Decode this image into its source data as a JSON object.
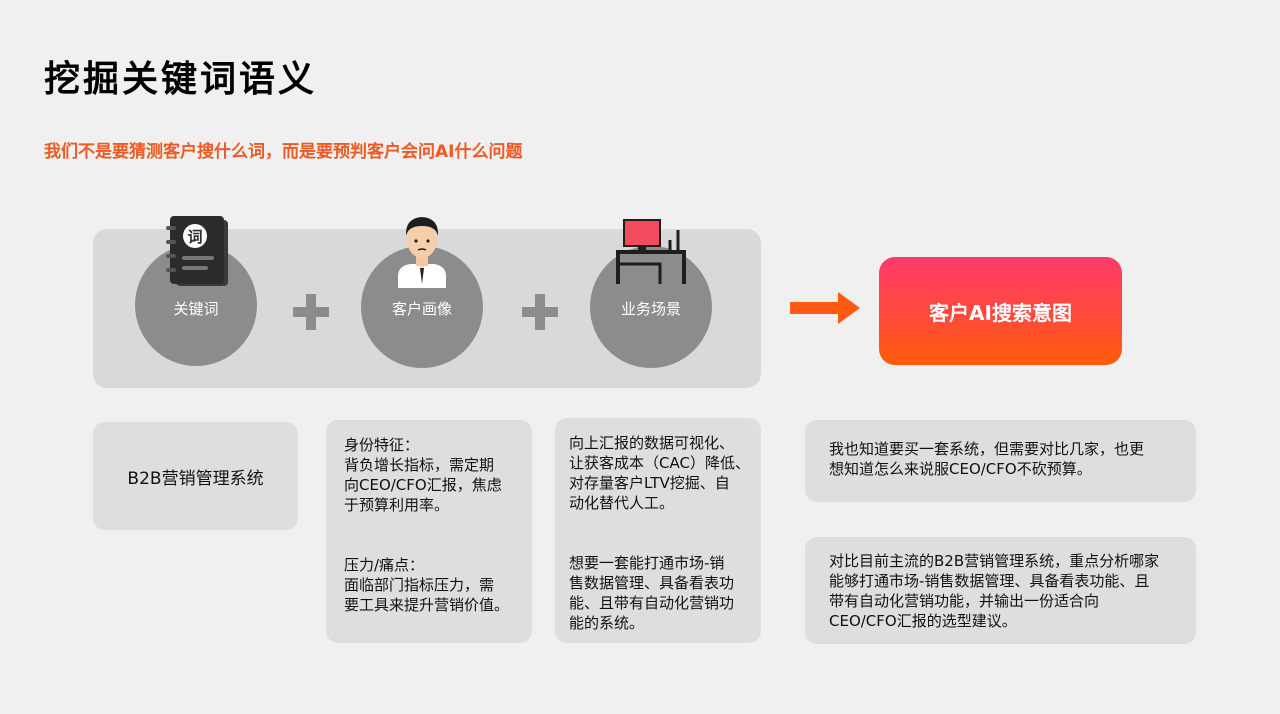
{
  "header": {
    "title": "挖掘关键词语义",
    "subtitle": "我们不是要猜测客户搜什么词，而是要预判客户会问AI什么问题"
  },
  "formula": {
    "items": [
      {
        "label": "关键词",
        "icon": "dictionary-book-icon"
      },
      {
        "label": "客户画像",
        "icon": "businessman-avatar-icon"
      },
      {
        "label": "业务场景",
        "icon": "office-desk-icon"
      }
    ],
    "operator": "plus-icon",
    "arrow": "right-arrow-icon",
    "result": "客户AI搜索意图",
    "book_glyph": "词"
  },
  "cards": {
    "keyword": "B2B营销管理系统",
    "persona_1": "身份特征：\n背负增长指标，需定期\n向CEO/CFO汇报，焦虑\n于预算利用率。",
    "persona_2": "压力/痛点：\n面临部门指标压力，需\n要工具来提升营销价值。",
    "scenario_1": "向上汇报的数据可视化、\n让获客成本（CAC）降低、\n对存量客户LTV挖掘、自\n动化替代人工。",
    "scenario_2": "想要一套能打通市场-销\n售数据管理、具备看表功\n能、且带有自动化营销功\n能的系统。",
    "intent_1": "我也知道要买一套系统，但需要对比几家，也更\n想知道怎么来说服CEO/CFO不砍预算。",
    "intent_2": "对比目前主流的B2B营销管理系统，重点分析哪家\n能够打通市场-销售数据管理、具备看表功能、且\n带有自动化营销功能，并输出一份适合向\nCEO/CFO汇报的选型建议。"
  },
  "colors": {
    "accent": "#ee5a24",
    "gradient_top": "#ff3a6a",
    "gradient_bottom": "#ff5c0a",
    "circle": "#8c8c8c",
    "panel": "#d9d9d9",
    "card": "#dedede"
  }
}
